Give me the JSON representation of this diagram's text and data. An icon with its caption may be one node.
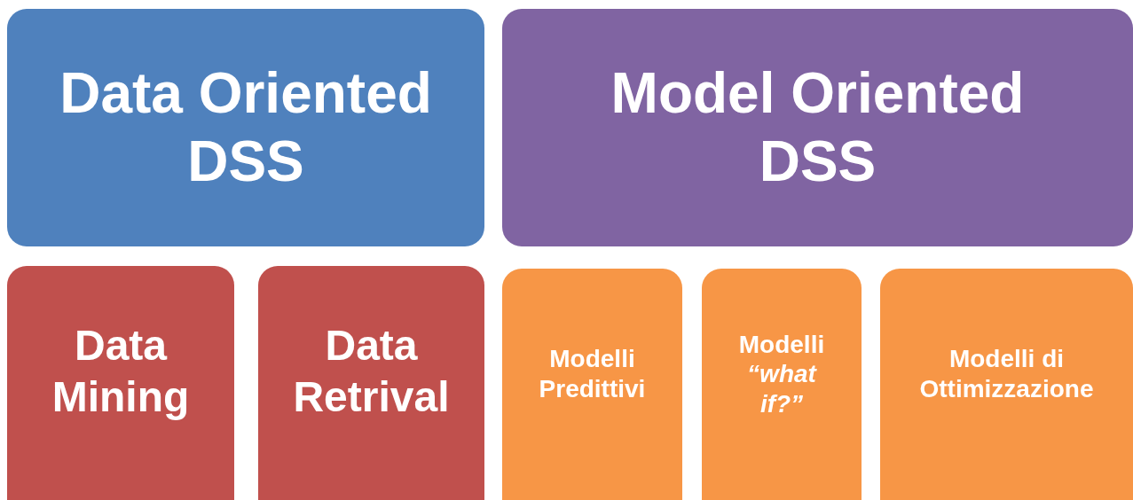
{
  "diagram": {
    "nodes": [
      {
        "text": [
          "Data Oriented DSS"
        ]
      },
      {
        "text": [
          "Model Oriented DSS"
        ]
      },
      {
        "text": [
          "Data Mining"
        ]
      },
      {
        "text": [
          "Data Retrival"
        ]
      },
      {
        "text": [
          "Modelli Predittivi"
        ]
      },
      {
        "text": [
          "Modelli *“what if?”*"
        ]
      },
      {
        "text": [
          "Modelli di Ottimizzazione"
        ]
      }
    ],
    "edges": []
  }
}
